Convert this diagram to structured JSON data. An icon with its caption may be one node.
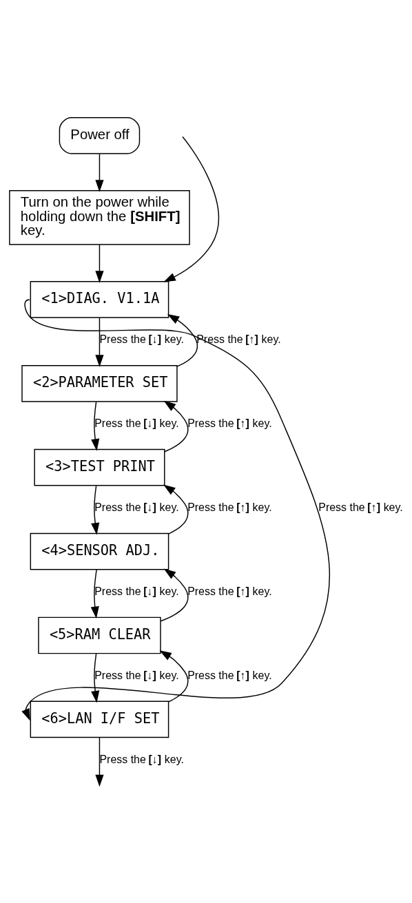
{
  "diagram": {
    "nodes": [
      {
        "text": [
          "Power off"
        ]
      },
      {
        "text": [
          "Turn on the power while holding down the **[SHIFT]** key."
        ]
      },
      {
        "text": [
          "<1>DIAG. V1.1A"
        ]
      },
      {
        "text": [
          "<2>PARAMETER SET"
        ]
      },
      {
        "text": [
          "<3>TEST PRINT"
        ]
      },
      {
        "text": [
          "<4>SENSOR ADJ."
        ]
      },
      {
        "text": [
          "<5>RAM CLEAR"
        ]
      },
      {
        "text": [
          "<6>LAN I/F SET"
        ]
      }
    ],
    "edges": [
      {
        "from": 0,
        "to": 1,
        "arrow": "to"
      },
      {
        "from": 1,
        "to": 2,
        "arrow": "to"
      },
      {
        "from": null,
        "to": 2,
        "arrow": "to"
      },
      {
        "from": 2,
        "to": 7,
        "label": "Press the **[↑]** key.",
        "arrow": "to"
      },
      {
        "from": 2,
        "to": 3,
        "label": "Press the **[↓]** key.",
        "arrow": "to"
      },
      {
        "from": 3,
        "to": 2,
        "label": "Press the **[↑]** key.",
        "arrow": "to"
      },
      {
        "from": 3,
        "to": 4,
        "label": "Press the **[↓]** key.",
        "arrow": "to"
      },
      {
        "from": 4,
        "to": 3,
        "label": "Press the **[↑]** key.",
        "arrow": "to"
      },
      {
        "from": 4,
        "to": 5,
        "label": "Press the **[↓]** key.",
        "arrow": "to"
      },
      {
        "from": 5,
        "to": 4,
        "label": "Press the **[↑]** key.",
        "arrow": "to"
      },
      {
        "from": 5,
        "to": 6,
        "label": "Press the **[↓]** key.",
        "arrow": "to"
      },
      {
        "from": 6,
        "to": 5,
        "label": "Press the **[↑]** key.",
        "arrow": "to"
      },
      {
        "from": 6,
        "to": 7,
        "label": "Press the **[↓]** key.",
        "arrow": "to"
      },
      {
        "from": 7,
        "to": 6,
        "label": "Press the **[↑]** key.",
        "arrow": "to"
      },
      {
        "from": 7,
        "to": null,
        "label": "Press the **[↓]** key.",
        "arrow": "to"
      }
    ]
  }
}
